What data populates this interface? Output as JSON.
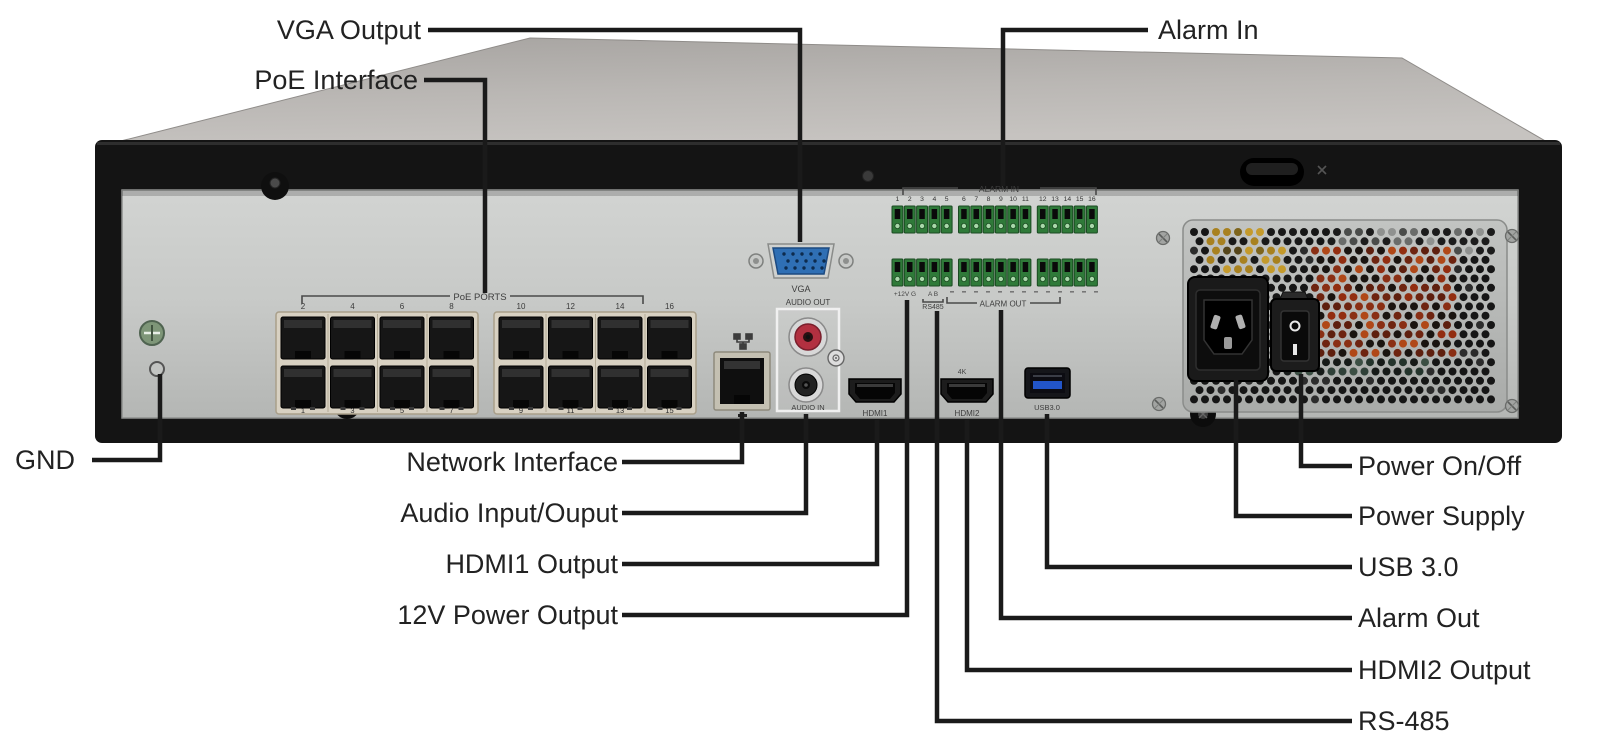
{
  "callouts": {
    "vga_output": "VGA Output",
    "poe_interface": "PoE Interface",
    "alarm_in": "Alarm In",
    "gnd": "GND",
    "network_interface": "Network Interface",
    "audio_io": "Audio Input/Ouput",
    "hdmi1_output": "HDMI1 Output",
    "power_12v_output": "12V Power Output",
    "power_on_off": "Power On/Off",
    "power_supply": "Power Supply",
    "usb_30": "USB 3.0",
    "alarm_out": "Alarm Out",
    "hdmi2_output": "HDMI2 Output",
    "rs_485": "RS-485"
  },
  "panel_markings": {
    "vga": "VGA",
    "audio_out": "AUDIO OUT",
    "audio_in": "AUDIO IN",
    "hdmi1": "HDMI1",
    "hdmi2": "HDMI2",
    "hdmi2_4k": "4K",
    "usb": "USB3.0",
    "poe_ports": "PoE PORTS",
    "alarm_in": "ALARM IN",
    "alarm_out": "ALARM OUT",
    "rs485": "RS485",
    "power_terminal": "+12V G",
    "rs485_pins": "A B"
  },
  "poe": {
    "top_port_numbers": [
      "2",
      "4",
      "6",
      "8",
      "10",
      "12",
      "14",
      "16"
    ],
    "bottom_port_numbers": [
      "1",
      "3",
      "5",
      "7",
      "9",
      "11",
      "13",
      "15"
    ]
  },
  "alarm_in_terminal_numbers": [
    "1",
    "2",
    "3",
    "4",
    "5",
    "6",
    "7",
    "8",
    "9",
    "10",
    "11",
    "12",
    "13",
    "14",
    "15",
    "16"
  ],
  "colors": {
    "vga_blue": "#2f6fb4",
    "usb_blue": "#2255c8",
    "terminal_green": "#2f7a39",
    "rca_red": "#b23040",
    "chassis_black": "#141414",
    "panel_silver": "#c9cbc9"
  }
}
